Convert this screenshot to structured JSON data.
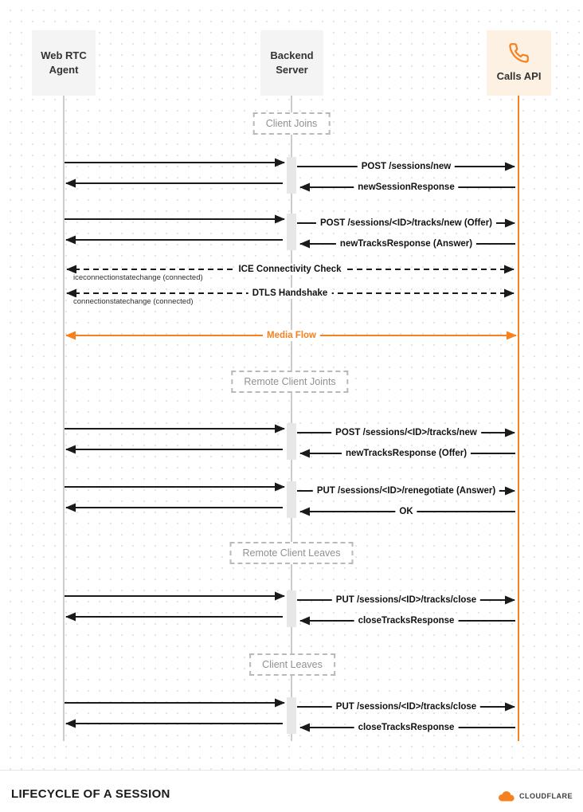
{
  "actors": [
    {
      "name": "Web RTC Agent",
      "label": "Web RTC\nAgent"
    },
    {
      "name": "Backend Server",
      "label": "Backend\nServer"
    },
    {
      "name": "Calls API",
      "label": "Calls API"
    }
  ],
  "notes": [
    {
      "label": "Client Joins"
    },
    {
      "label": "Remote Client Joints"
    },
    {
      "label": "Remote Client Leaves"
    },
    {
      "label": "Client Leaves"
    }
  ],
  "messages": [
    {
      "text": "POST /sessions/new"
    },
    {
      "text": "newSessionResponse"
    },
    {
      "text": "POST /sessions/<ID>/tracks/new (Offer)"
    },
    {
      "text": "newTracksResponse (Answer)"
    },
    {
      "text": "ICE Connectivity Check",
      "sub": "iceconnectionstatechange (connected)"
    },
    {
      "text": "DTLS Handshake",
      "sub": "connectionstatechange (connected)"
    },
    {
      "text": "Media Flow"
    },
    {
      "text": "POST /sessions/<ID>/tracks/new"
    },
    {
      "text": "newTracksResponse (Offer)"
    },
    {
      "text": "PUT /sessions/<ID>/renegotiate (Answer)"
    },
    {
      "text": "OK"
    },
    {
      "text": "PUT /sessions/<ID>/tracks/close"
    },
    {
      "text": "closeTracksResponse"
    },
    {
      "text": "PUT /sessions/<ID>/tracks/close"
    },
    {
      "text": "closeTracksResponse"
    }
  ],
  "footer": {
    "title": "LIFECYCLE OF A SESSION",
    "brand": "CLOUDFLARE"
  },
  "colors": {
    "accent": "#f6821f",
    "arrow": "#1a1a1a",
    "lifeline": "#cccccc",
    "note_border": "#b9b9b9",
    "actor_bg": "#f4f4f4",
    "calls_bg": "#fcf1e2"
  }
}
